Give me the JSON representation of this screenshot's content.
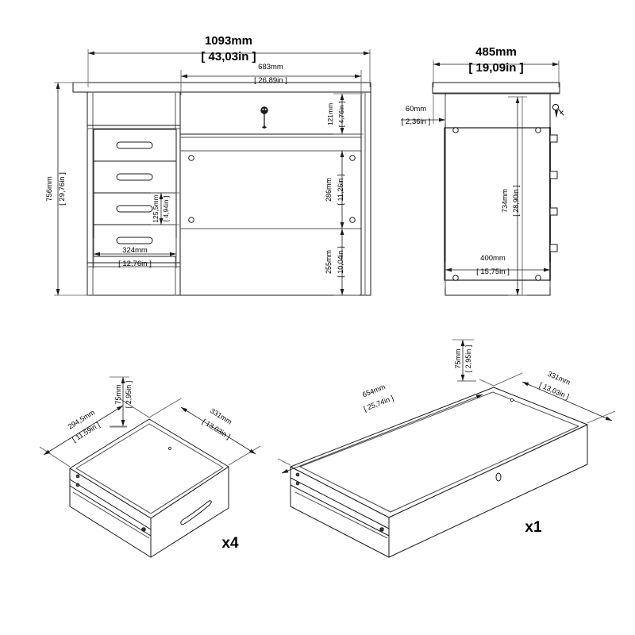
{
  "drawing": {
    "title": "Desk assembly technical drawing",
    "units": {
      "primary": "mm",
      "secondary": "in"
    },
    "line_color": "#1a1a1a",
    "thin_line_color": "#555555",
    "background": "#ffffff"
  },
  "front_view": {
    "name": "front-elevation",
    "dimensions": {
      "overall_width": {
        "mm": "1093mm",
        "in": "[ 43,03in ]"
      },
      "top_drawer_width": {
        "mm": "683mm",
        "in": "[ 26,89in ]"
      },
      "overall_height": {
        "mm": "756mm",
        "in": "[ 29,76in ]"
      },
      "top_drawer_height": {
        "mm": "121mm",
        "in": "[ 4,76in ]"
      },
      "mid_panel_height": {
        "mm": "286mm",
        "in": "[ 11,26in ]"
      },
      "lower_panel_height": {
        "mm": "255mm",
        "in": "[ 10,04in ]"
      },
      "small_drawer_height": {
        "mm": "125,5mm",
        "in": "[ 4,94in ]"
      },
      "small_drawer_width": {
        "mm": "324mm",
        "in": "[ 12,76in ]"
      }
    }
  },
  "side_view": {
    "name": "side-elevation",
    "dimensions": {
      "top_depth": {
        "mm": "485mm",
        "in": "[ 19,09in ]"
      },
      "top_overhang": {
        "mm": "60mm",
        "in": "[ 2,36in ]"
      },
      "side_panel_height": {
        "mm": "734mm",
        "in": "[ 28,90in ]"
      },
      "side_panel_depth": {
        "mm": "400mm",
        "in": "[ 15,75in ]"
      }
    }
  },
  "small_drawer_detail": {
    "name": "small-drawer-isometric",
    "quantity_label": "x4",
    "dimensions": {
      "depth": {
        "mm": "294,5mm",
        "in": "[ 11,59in ]"
      },
      "width": {
        "mm": "331mm",
        "in": "[ 13,03in ]"
      },
      "height": {
        "mm": "75mm",
        "in": "[ 2,95in ]"
      }
    }
  },
  "large_drawer_detail": {
    "name": "large-drawer-isometric",
    "quantity_label": "x1",
    "dimensions": {
      "width": {
        "mm": "654mm",
        "in": "[ 25,74in ]"
      },
      "depth": {
        "mm": "331mm",
        "in": "[ 13,03in ]"
      },
      "height": {
        "mm": "75mm",
        "in": "[ 2,95in ]"
      }
    }
  }
}
